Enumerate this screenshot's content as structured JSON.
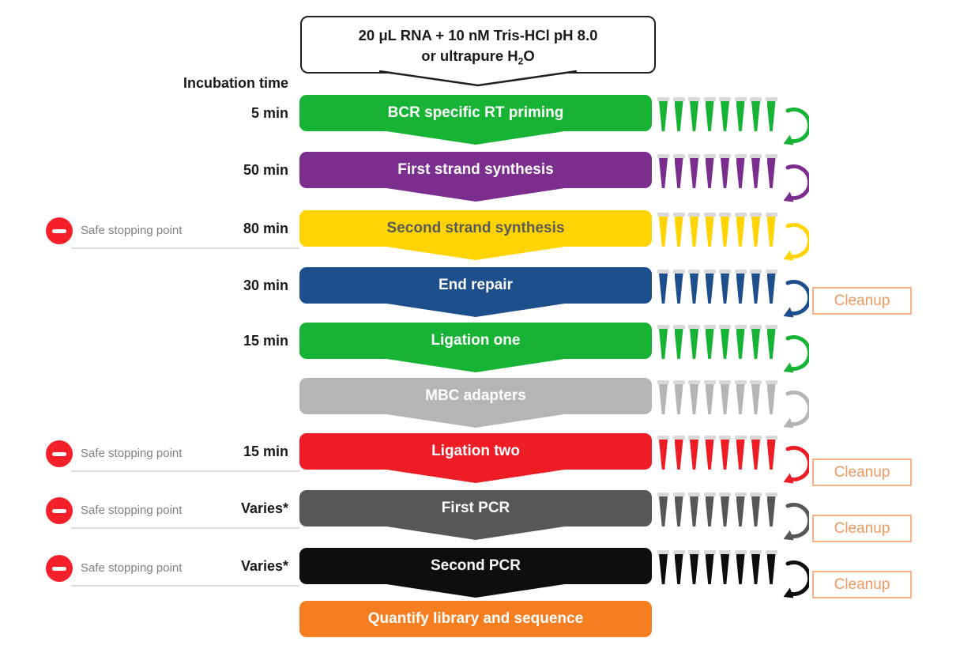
{
  "title_box": {
    "line1": "20 μL RNA + 10 nM Tris-HCl pH 8.0",
    "line2_pre": "or ultrapure H",
    "line2_sub": "2",
    "line2_post": "O"
  },
  "incubation_header": "Incubation time",
  "safe_stop_label": "Safe stopping point",
  "cleanup_label": "Cleanup",
  "colors": {
    "box_border": "#231F20",
    "safe_stop_icon": "#F6202B",
    "cleanup_border": "#F5B183",
    "cleanup_text": "#F09A60",
    "tube_cap": "#D9D9D9",
    "underline": "#DCDCDC"
  },
  "steps": [
    {
      "name": "BCR specific RT priming",
      "time": "5 min",
      "color": "#17B335",
      "text_color": "#FFFFFF",
      "safe_stop": false,
      "cleanup": false,
      "tubes": true,
      "arrow": true,
      "notch": true
    },
    {
      "name": "First strand synthesis",
      "time": "50 min",
      "color": "#7C2E8F",
      "text_color": "#FFFFFF",
      "safe_stop": false,
      "cleanup": false,
      "tubes": true,
      "arrow": true,
      "notch": true
    },
    {
      "name": "Second strand synthesis",
      "time": "80 min",
      "color": "#FFD400",
      "text_color": "#58595B",
      "safe_stop": true,
      "cleanup": false,
      "tubes": true,
      "arrow": true,
      "notch": true
    },
    {
      "name": "End repair",
      "time": "30 min",
      "color": "#1D4F8C",
      "text_color": "#FFFFFF",
      "safe_stop": false,
      "cleanup": true,
      "tubes": true,
      "arrow": true,
      "notch": true
    },
    {
      "name": "Ligation one",
      "time": "15 min",
      "color": "#17B335",
      "text_color": "#FFFFFF",
      "safe_stop": false,
      "cleanup": false,
      "tubes": true,
      "arrow": true,
      "notch": true
    },
    {
      "name": "MBC adapters",
      "time": "",
      "color": "#B5B5B5",
      "text_color": "#FFFFFF",
      "safe_stop": false,
      "cleanup": false,
      "tubes": true,
      "arrow": true,
      "notch": true
    },
    {
      "name": "Ligation two",
      "time": "15 min",
      "color": "#EE1C25",
      "text_color": "#FFFFFF",
      "safe_stop": true,
      "cleanup": true,
      "tubes": true,
      "arrow": true,
      "notch": true
    },
    {
      "name": "First PCR",
      "time": "Varies*",
      "color": "#575757",
      "text_color": "#FFFFFF",
      "safe_stop": true,
      "cleanup": true,
      "tubes": true,
      "arrow": true,
      "notch": true
    },
    {
      "name": "Second PCR",
      "time": "Varies*",
      "color": "#0E0E0E",
      "text_color": "#FFFFFF",
      "safe_stop": true,
      "cleanup": true,
      "tubes": true,
      "arrow": true,
      "notch": true
    },
    {
      "name": "Quantify library and sequence",
      "time": "",
      "color": "#F57E20",
      "text_color": "#FFFFFF",
      "safe_stop": false,
      "cleanup": false,
      "tubes": false,
      "arrow": false,
      "notch": false
    }
  ]
}
